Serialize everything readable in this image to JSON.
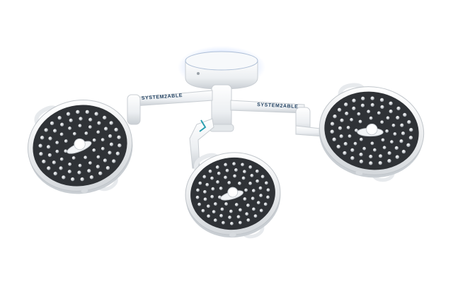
{
  "image": {
    "subject": "surgical-light-system",
    "background_color": "#ffffff"
  },
  "branding": {
    "arm_left_label": "SYSTEM2ABLE",
    "arm_right_label": "SYSTEM2ABLE",
    "label_color": "#1f3f5f",
    "accent_color": "#2a9fb0"
  },
  "colors": {
    "housing": "#eef0f2",
    "housing_shadow": "#c9ced3",
    "led_panel": "#2f3236",
    "led": "#cfd3d7",
    "canopy_glow": "#8fb4ff"
  },
  "lamps": [
    {
      "name": "left-light-head"
    },
    {
      "name": "center-light-head"
    },
    {
      "name": "right-light-head"
    }
  ]
}
